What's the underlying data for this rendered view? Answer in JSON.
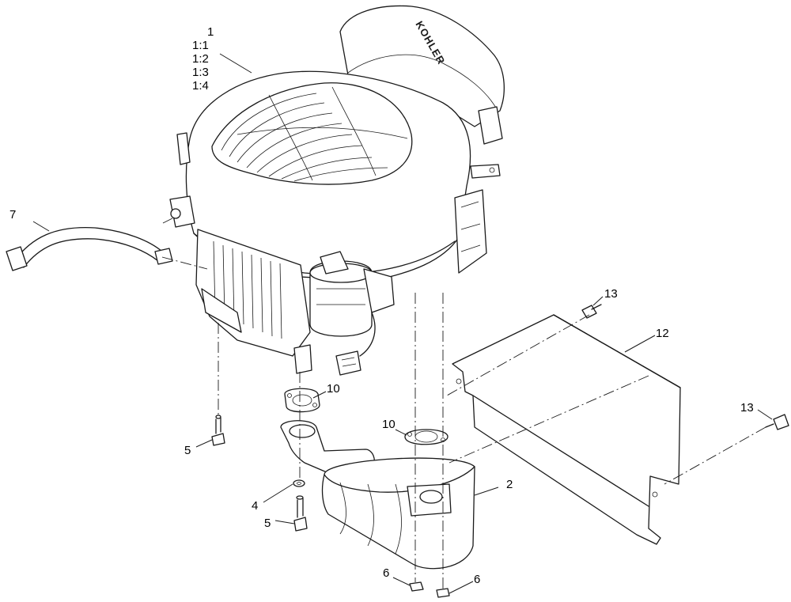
{
  "brand_mark": "KOHLER",
  "callouts": {
    "c1": "1",
    "c1_1": "1:1",
    "c1_2": "1:2",
    "c1_3": "1:3",
    "c1_4": "1:4",
    "c2": "2",
    "c4": "4",
    "c5a": "5",
    "c5b": "5",
    "c6a": "6",
    "c6b": "6",
    "c7": "7",
    "c10a": "10",
    "c10b": "10",
    "c12": "12",
    "c13a": "13",
    "c13b": "13"
  }
}
